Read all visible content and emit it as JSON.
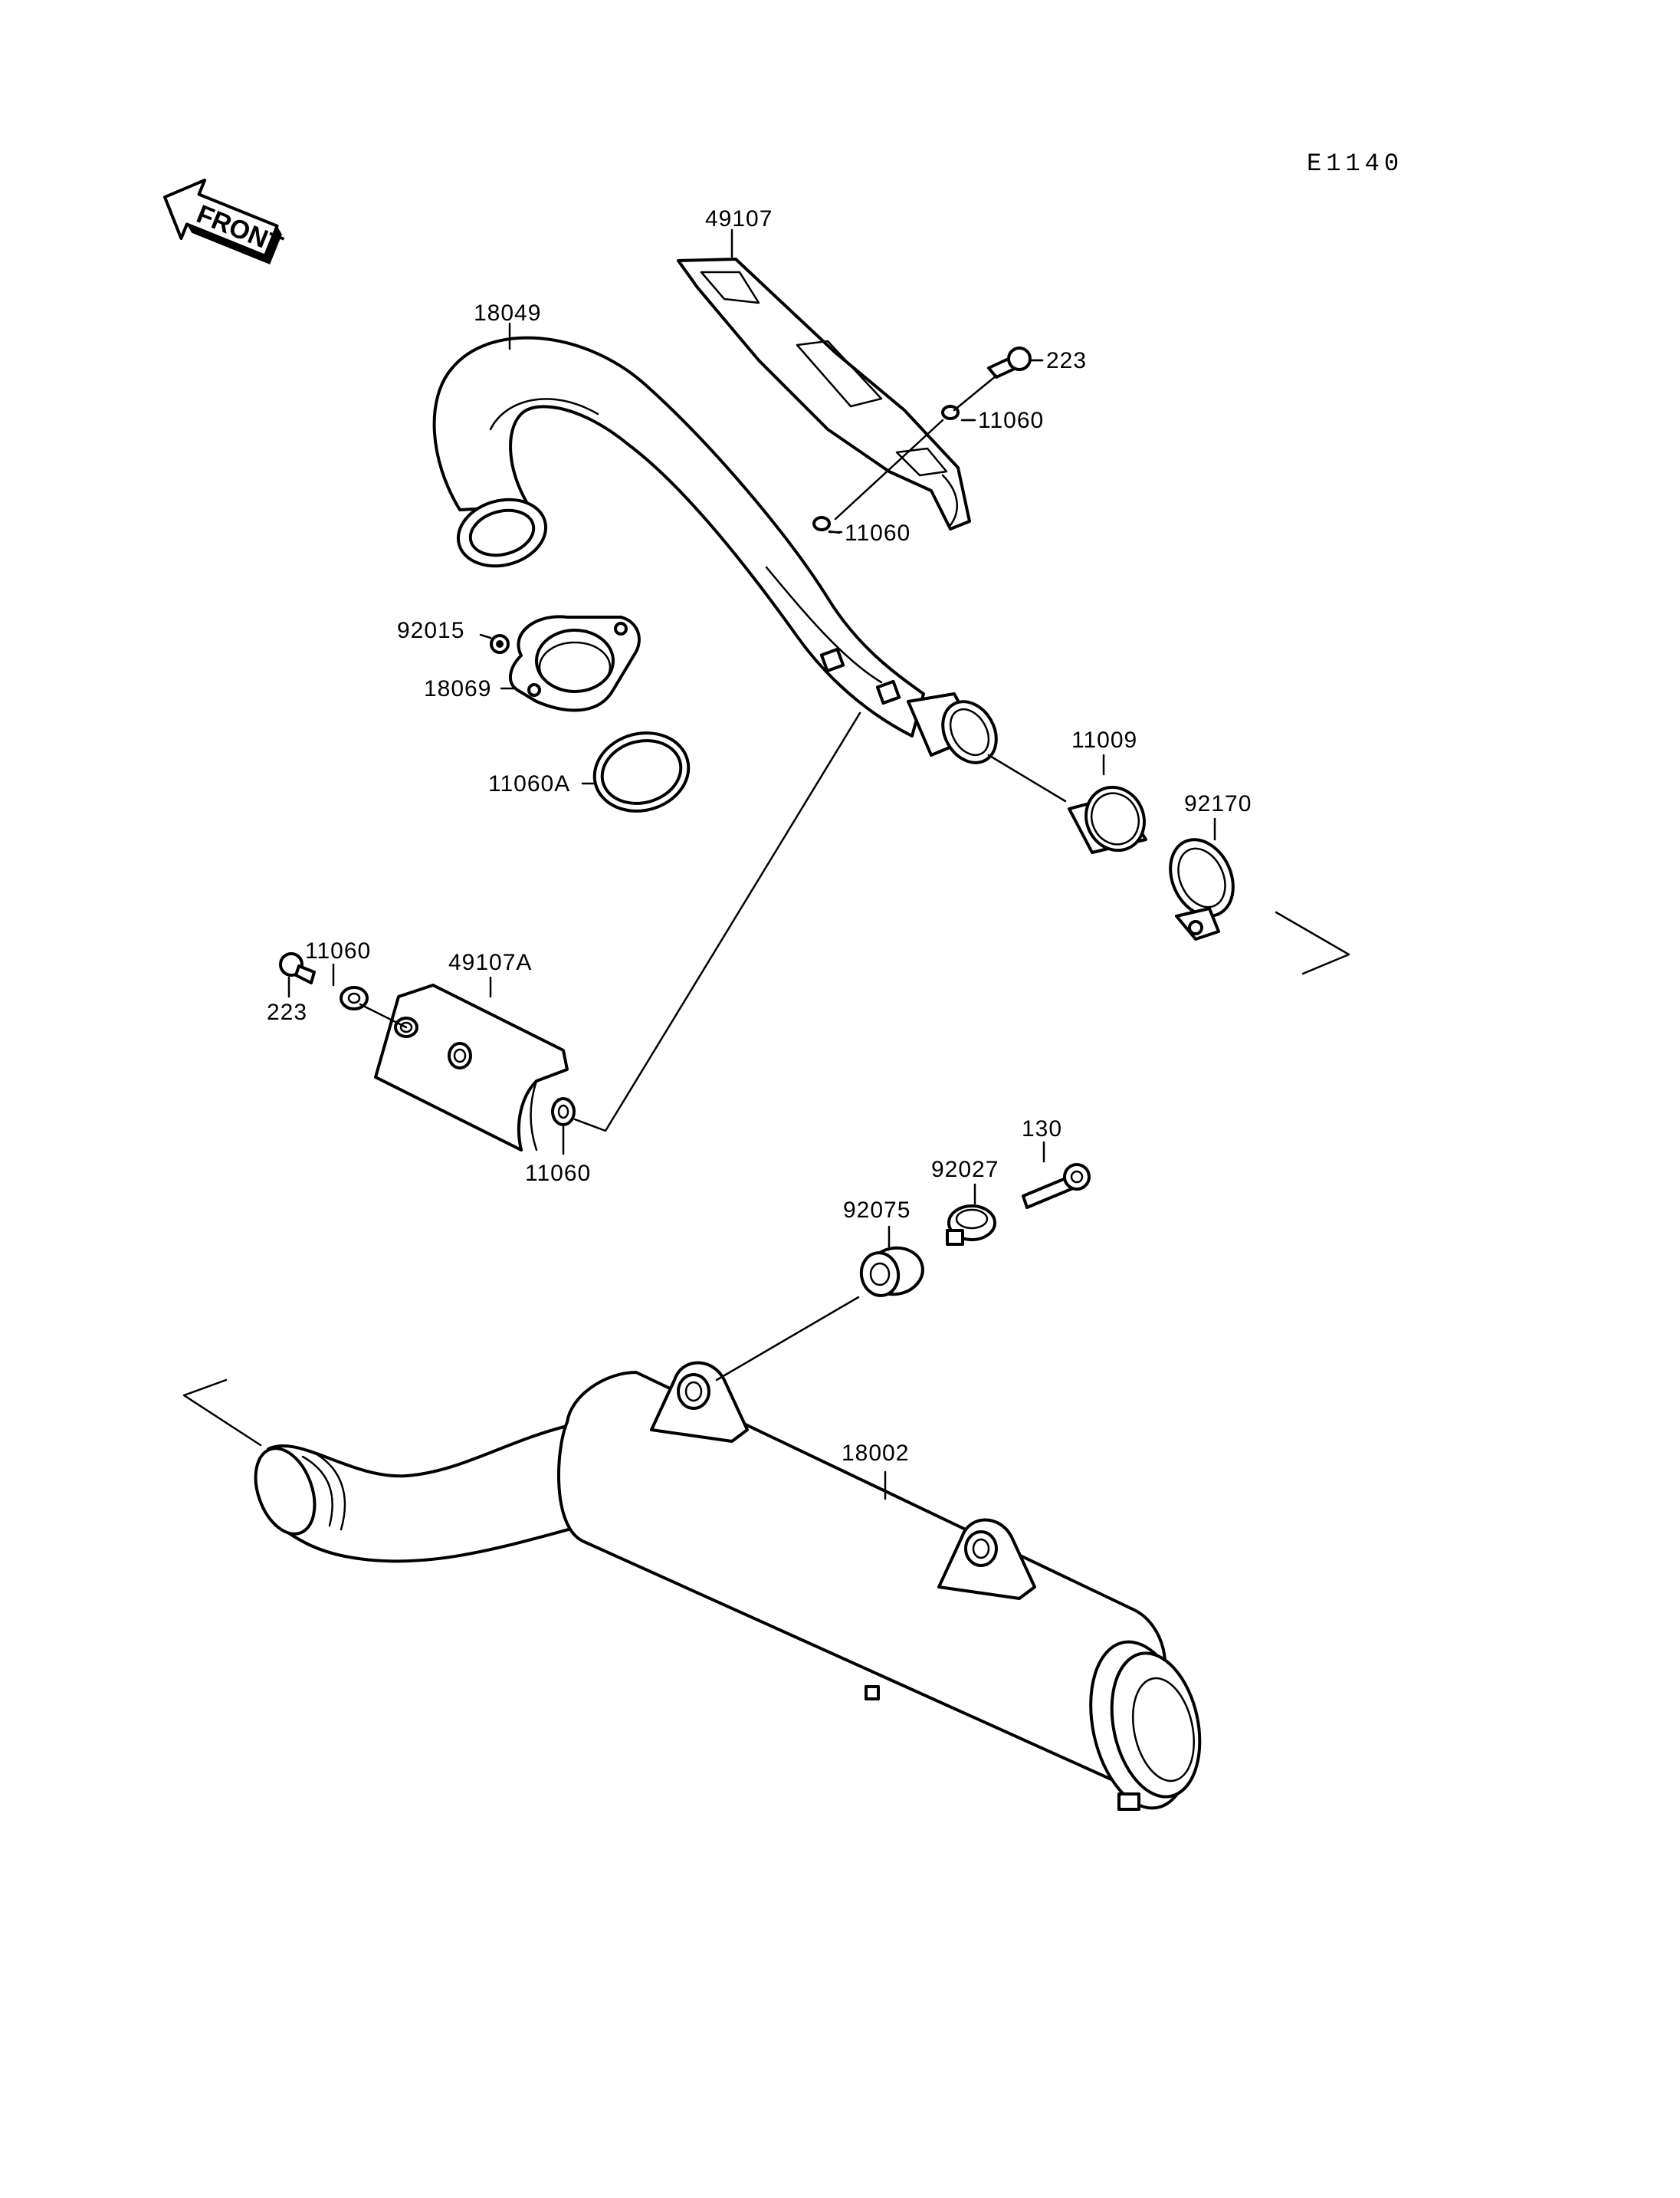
{
  "diagram_code": "E1140",
  "front_label": "FRONT",
  "parts": {
    "p49107": "49107",
    "p18049": "18049",
    "p223_top": "223",
    "p11060_a": "11060",
    "p11060_b": "11060",
    "p92015": "92015",
    "p18069": "18069",
    "p11060A": "11060A",
    "p11009": "11009",
    "p92170": "92170",
    "p11060_c": "11060",
    "p223_left": "223",
    "p49107A": "49107A",
    "p11060_d": "11060",
    "p130": "130",
    "p92027": "92027",
    "p92075": "92075",
    "p18002": "18002"
  }
}
